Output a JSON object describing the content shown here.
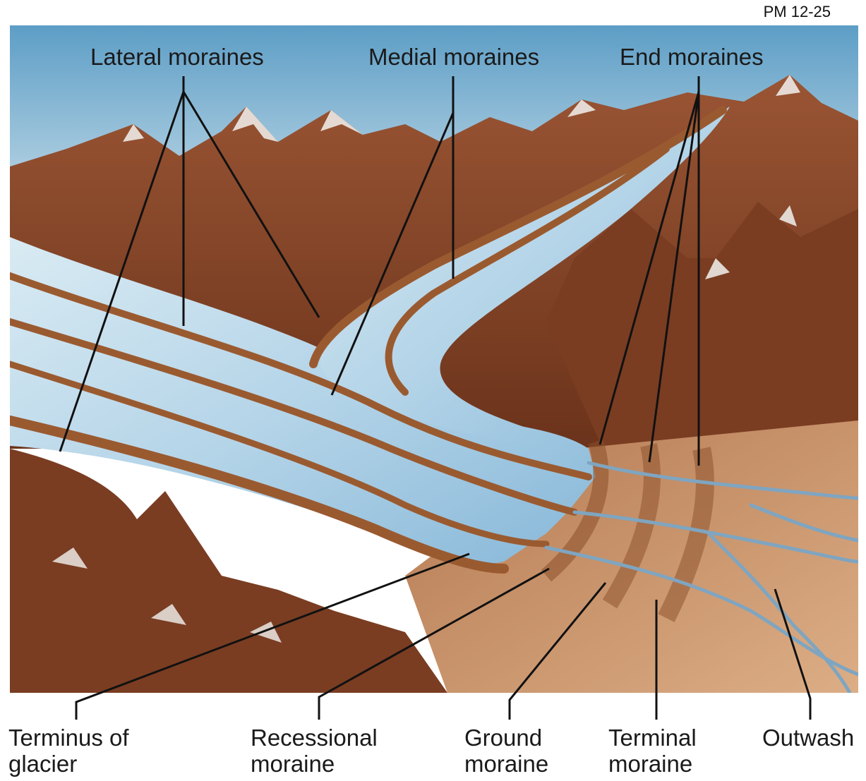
{
  "figure_id": "PM 12-25",
  "labels": {
    "lateral_moraines": "Lateral moraines",
    "medial_moraines": "Medial moraines",
    "end_moraines": "End moraines",
    "terminus": [
      "Terminus of",
      "glacier"
    ],
    "recessional": [
      "Recessional",
      "moraine"
    ],
    "ground": [
      "Ground",
      "moraine"
    ],
    "terminal": [
      "Terminal",
      "moraine"
    ],
    "outwash": [
      "Outwash"
    ]
  },
  "colors": {
    "sky_top": "#5d9ec6",
    "sky_bottom": "#d6e6ee",
    "rock": "#8a4a2e",
    "rock_dark": "#5a2c18",
    "snow": "#f2f2f0",
    "ice": "#c6dfec",
    "ice_shade": "#7fb0d4",
    "moraine": "#9a5a30",
    "outwash_plain": "#d19a6e",
    "stream": "#7fa5c0"
  }
}
